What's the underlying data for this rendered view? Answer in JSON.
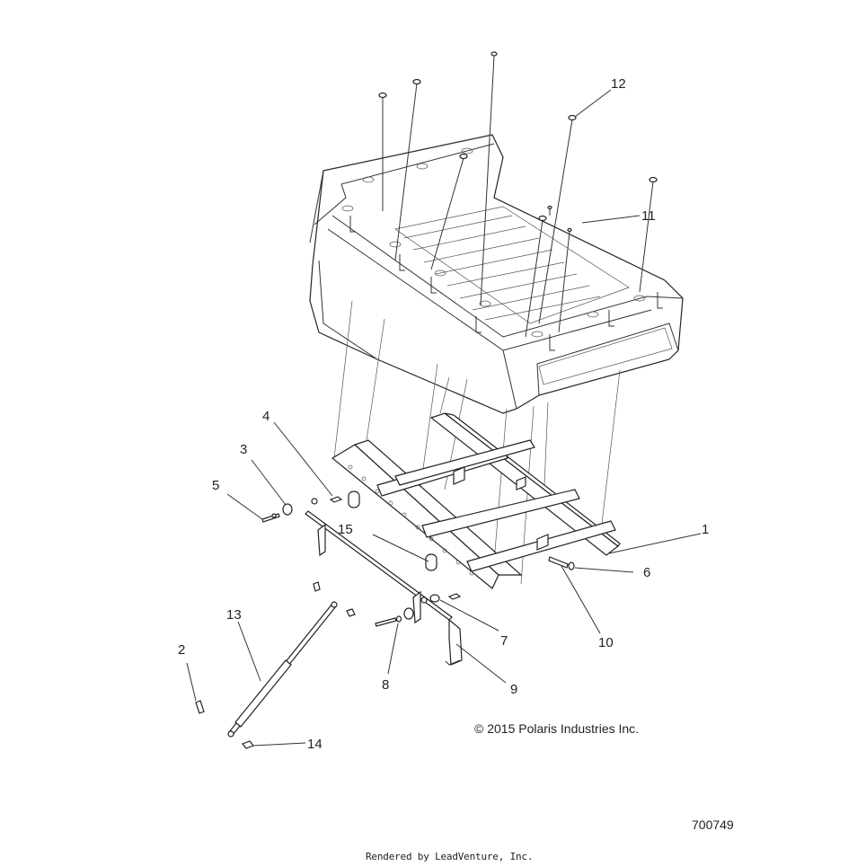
{
  "callouts": [
    "1",
    "2",
    "3",
    "4",
    "5",
    "6",
    "7",
    "8",
    "9",
    "10",
    "11",
    "12",
    "13",
    "14",
    "15"
  ],
  "copyright": "© 2015 Polaris Industries Inc.",
  "part_number": "700749",
  "rendered_by": "Rendered by LeadVenture, Inc."
}
